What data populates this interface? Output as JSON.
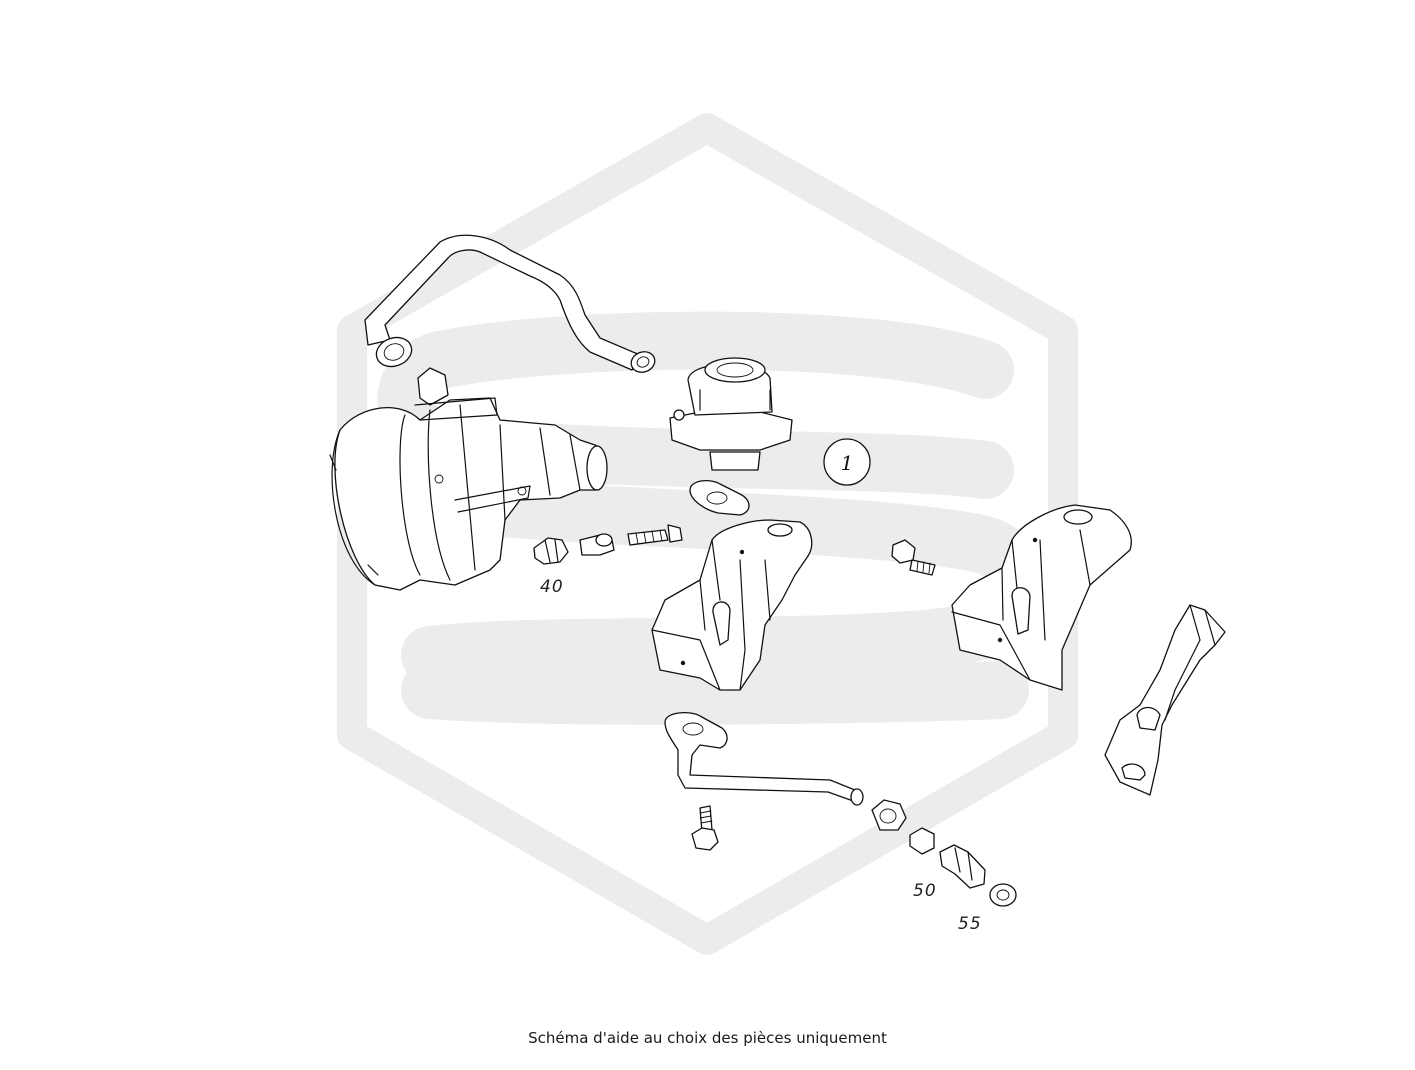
{
  "diagram": {
    "callouts": {
      "part_1": "1",
      "part_40": "40",
      "part_50": "50",
      "part_55": "55"
    },
    "watermark_color": "#ececec",
    "line_color": "#111111"
  },
  "caption": "Schéma d'aide au choix des pièces uniquement"
}
